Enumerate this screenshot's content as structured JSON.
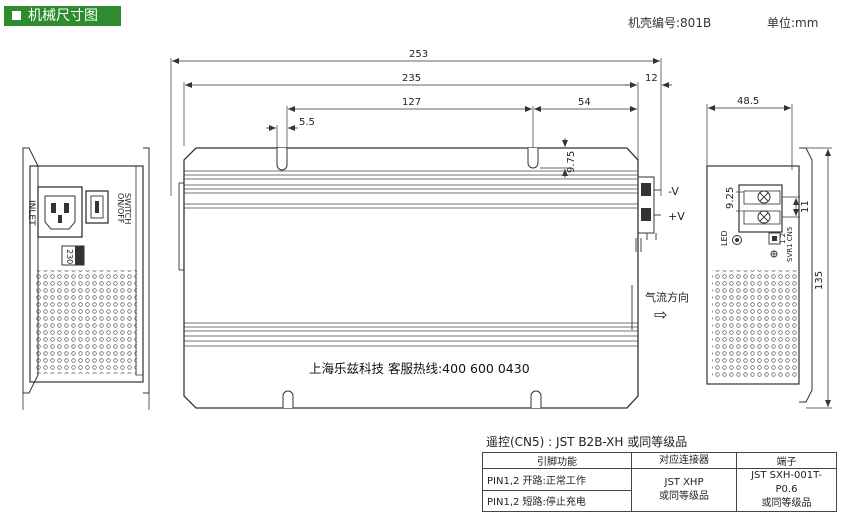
{
  "header": {
    "title": "机械尺寸图"
  },
  "info": {
    "case_no": "机壳编号:801B",
    "unit": "单位:mm"
  },
  "dimensions": {
    "overall_length": "253",
    "body_length": "235",
    "terminal_offset": "12",
    "hole_spacing": "127",
    "hole_to_edge": "54",
    "slot_width": "5.5",
    "slot_depth": "9.75",
    "side_width": "48.5",
    "height": "135",
    "terminal_pitch_1": "9.25",
    "terminal_pitch_2": "11"
  },
  "labels": {
    "inlet": "INLET",
    "switch_line1": "ON/OFF",
    "switch_line2": "SWITCH",
    "voltage_select": "230",
    "output_neg": "-V",
    "output_pos": "+V",
    "airflow": "气流方向",
    "airflow_arrow": "⇨",
    "hotline": "上海乐兹科技 客服热线:400 600 0430",
    "led": "LED",
    "svr": "SVR1 CN5",
    "cn_pins": "1 2"
  },
  "cn5": {
    "title": "遥控(CN5) : JST B2B-XH 或同等级品",
    "headers": [
      "引脚功能",
      "对应连接器",
      "端子"
    ],
    "rows": [
      {
        "pin": "PIN1,2 开路:正常工作"
      },
      {
        "pin": "PIN1,2 短路:停止充电"
      }
    ],
    "connector": [
      "JST XHP",
      "或同等级品"
    ],
    "terminal": [
      "JST SXH-001T-P0.6",
      "或同等级品"
    ]
  }
}
